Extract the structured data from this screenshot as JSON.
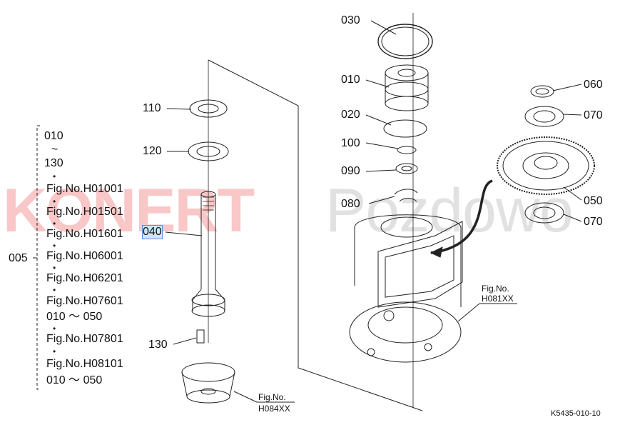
{
  "watermark": {
    "brand_part": "KONERT",
    "rest_part": "Pozdowo"
  },
  "parts": {
    "p030": "030",
    "p010": "010",
    "p020": "020",
    "p100": "100",
    "p090": "090",
    "p080": "080",
    "p060": "060",
    "p070a": "070",
    "p050": "050",
    "p070b": "070",
    "p110": "110",
    "p120": "120",
    "p040": "040",
    "p130": "130"
  },
  "group": {
    "root": "005",
    "range_start": "010",
    "range_sep": "~",
    "range_end": "130",
    "figs": [
      "Fig.No.H01001",
      "Fig.No.H01501",
      "Fig.No.H01601",
      "Fig.No.H06001",
      "Fig.No.H06201",
      "Fig.No.H07601",
      "010 ～ 050",
      "Fig.No.H07801",
      "Fig.No.H08101",
      "010 ～ 050"
    ]
  },
  "refs": {
    "h081_line1": "Fig.No.",
    "h081_line2": "H081XX",
    "h084_line1": "Fig.No.",
    "h084_line2": "H084XX"
  },
  "footer": {
    "code": "K5435-010-10"
  }
}
